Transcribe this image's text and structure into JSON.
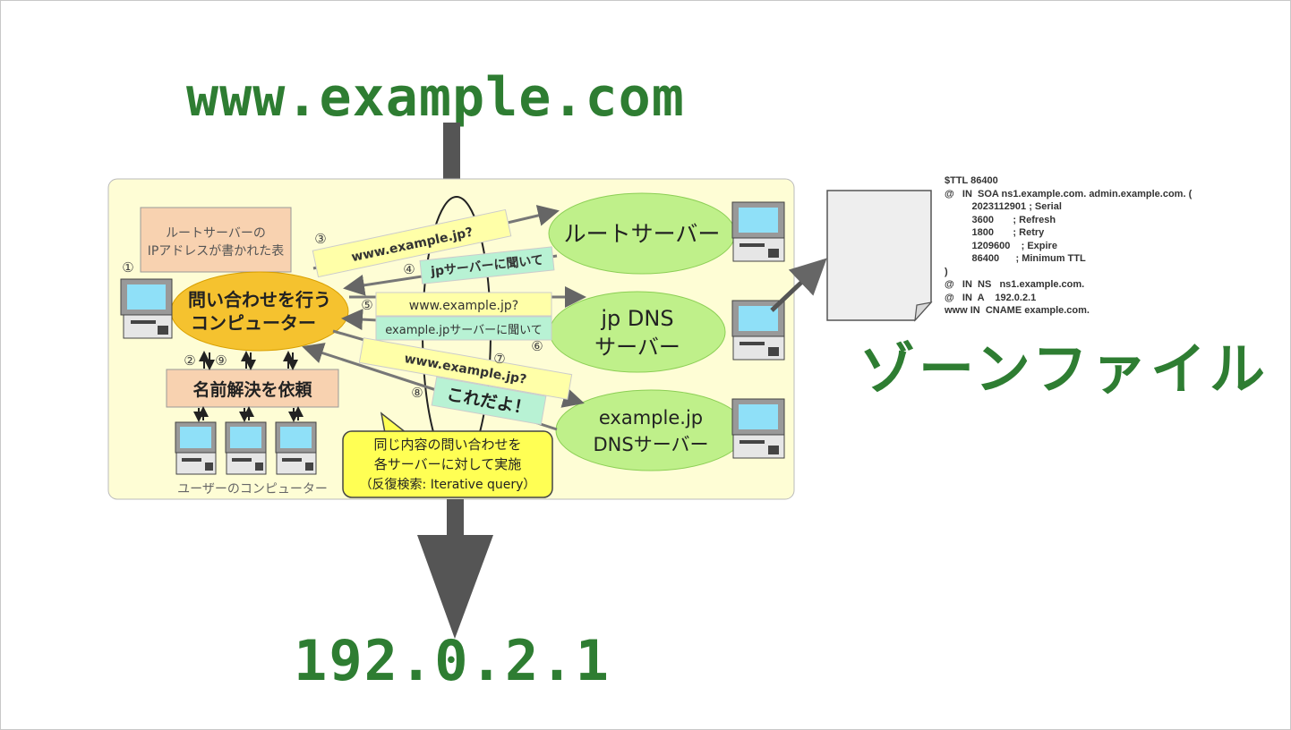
{
  "domain_input": "www.example.com",
  "result_ip": "192.0.2.1",
  "zone_file": {
    "title": "ゾーンファイル",
    "lines": [
      "$TTL 86400",
      "@   IN  SOA ns1.example.com. admin.example.com. (",
      "          2023112901 ; Serial",
      "          3600       ; Refresh",
      "          1800       ; Retry",
      "          1209600    ; Expire",
      "          86400      ; Minimum TTL",
      ")",
      "@   IN  NS   ns1.example.com.",
      "@   IN  A    192.0.2.1",
      "www IN  CNAME example.com."
    ]
  },
  "diagram": {
    "root_table_label_1": "ルートサーバーの",
    "root_table_label_2": "IPアドレスが書かれた表",
    "resolver_label_1": "問い合わせを行う",
    "resolver_label_2": "コンピューター",
    "resolve_request": "名前解決を依頼",
    "user_computers": "ユーザーのコンピューター",
    "root_server": "ルートサーバー",
    "jp_server_1": "jp DNS",
    "jp_server_2": "サーバー",
    "example_server_1": "example.jp",
    "example_server_2": "DNSサーバー",
    "query_to_root": "www.example.jp?",
    "root_reply": "jpサーバーに聞いて",
    "query_to_jp": "www.example.jp?",
    "jp_reply": "example.jpサーバーに聞いて",
    "query_to_example": "www.example.jp?",
    "example_reply": "これだよ！",
    "note_1": "同じ内容の問い合わせを",
    "note_2": "各サーバーに対して実施",
    "note_3": "（反復検索: Iterative query）",
    "step_1": "①",
    "step_2": "②",
    "step_3": "③",
    "step_4": "④",
    "step_5": "⑤",
    "step_6": "⑥",
    "step_7": "⑦",
    "step_8": "⑧",
    "step_9": "⑨"
  }
}
